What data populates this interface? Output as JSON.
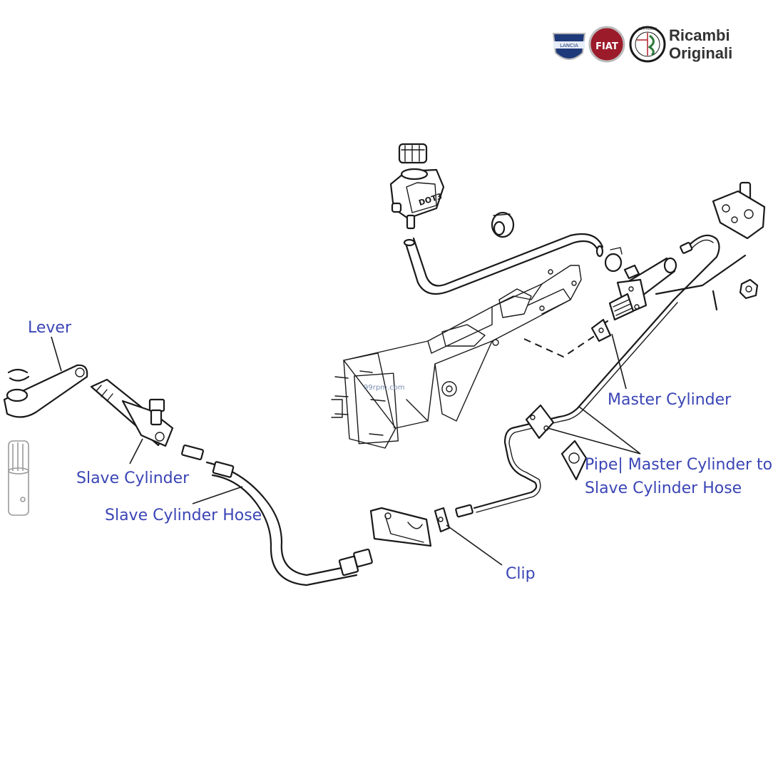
{
  "diagram": {
    "labels": {
      "lever": "Lever",
      "slave_cylinder": "Slave Cylinder",
      "slave_cylinder_hose": "Slave Cylinder Hose",
      "master_cylinder": "Master Cylinder",
      "pipe_line1": "Pipe| Master Cylinder to",
      "pipe_line2": "Slave Cylinder Hose",
      "clip": "Clip"
    },
    "reservoir_marking": "DOT3",
    "watermark": "99rpm.com"
  },
  "branding": {
    "line1": "Ricambi",
    "line2": "Originali",
    "logos": [
      {
        "name": "lancia-logo",
        "text": "LANCIA",
        "color": "#1f3a7a"
      },
      {
        "name": "fiat-logo",
        "text": "FIAT",
        "color": "#9c1b2a"
      },
      {
        "name": "alfa-romeo-logo",
        "text": "ALFA ROMEO",
        "color": "#1a1a1a"
      }
    ]
  },
  "colors": {
    "label": "#3a45b5",
    "line_art": "#1a1a1a"
  }
}
